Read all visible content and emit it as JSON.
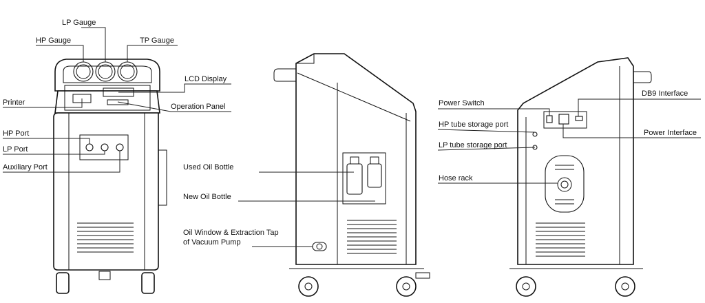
{
  "labels": {
    "lp_gauge": "LP Gauge",
    "hp_gauge": "HP Gauge",
    "tp_gauge": "TP Gauge",
    "lcd_display": "LCD Display",
    "printer": "Printer",
    "operation_panel": "Operation Panel",
    "hp_port": "HP Port",
    "lp_port": "LP Port",
    "auxiliary_port": "Auxiliary Port",
    "used_oil_bottle": "Used Oil Bottle",
    "new_oil_bottle": "New Oil Bottle",
    "oil_window_line1": "Oil Window & Extraction Tap",
    "oil_window_line2": "of Vacuum Pump",
    "power_switch": "Power Switch",
    "hp_tube_storage_port": "HP tube storage port",
    "lp_tube_storage_port": "LP tube storage port",
    "hose_rack": "Hose rack",
    "db9_interface": "DB9 Interface",
    "power_interface": "Power Interface"
  }
}
